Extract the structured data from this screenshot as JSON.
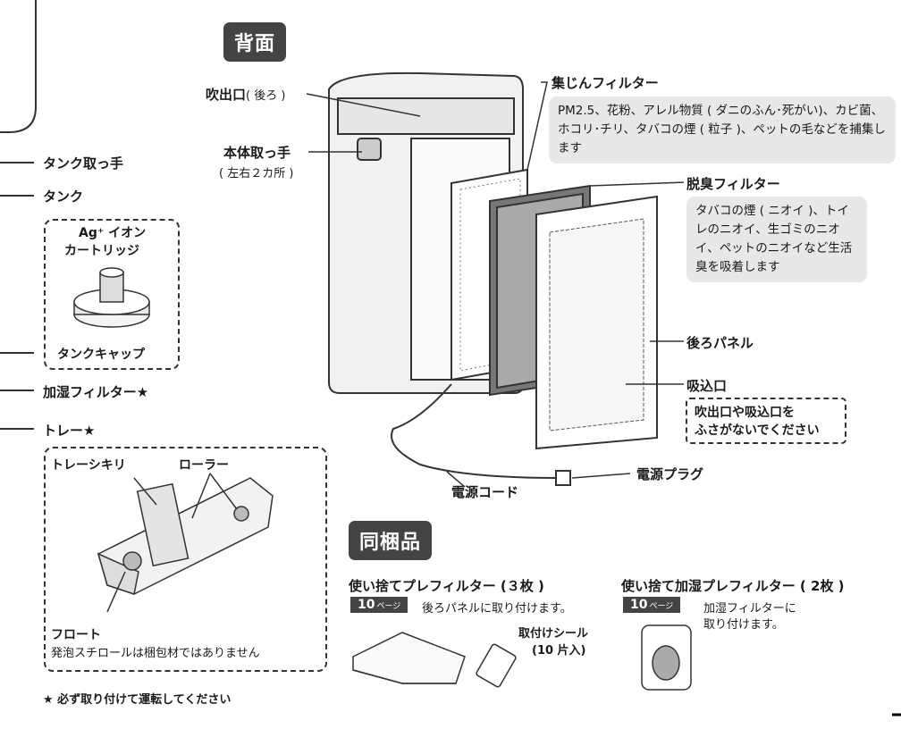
{
  "header_back": "背面",
  "header_accessories": "同梱品",
  "left_labels": {
    "tank_handle": "タンク取っ手",
    "tank": "タンク",
    "cartridge_line1": "Ag⁺ イオン",
    "cartridge_line2": "カートリッジ",
    "tank_cap": "タンクキャップ",
    "humid_filter": "加湿フィルター★",
    "tray": "トレー★",
    "tray_shikiri": "トレーシキリ",
    "roller": "ローラー",
    "float": "フロート",
    "float_note": "発泡スチロールは梱包材ではありません"
  },
  "right_labels": {
    "outlet": "吹出口",
    "outlet_sub": "( 後ろ )",
    "body_handle": "本体取っ手",
    "body_handle_sub": "( 左右２カ所 )",
    "dust_filter": "集じんフィルター",
    "dust_note": "PM2.5、花粉、アレル物質 ( ダニのふん･死がい)、カビ菌、ホコリ･チリ、タバコの煙 ( 粒子 )、ペットの毛などを捕集します",
    "deodor_filter": "脱臭フィルター",
    "deodor_note": "タバコの煙 ( ニオイ )、トイレのニオイ、生ゴミのニオイ、ペットのニオイなど生活臭を吸着します",
    "back_panel": "後ろパネル",
    "inlet": "吸込口",
    "warning_line1": "吹出口や吸込口を",
    "warning_line2": "ふさがないでください",
    "plug": "電源プラグ",
    "cord": "電源コード"
  },
  "accessories": {
    "prefilter_title": "使い捨てプレフィルター (３枚 )",
    "prefilter_page": "10",
    "page_unit": "ページ",
    "prefilter_desc": "後ろパネルに取り付けます。",
    "seal_line1": "取付けシール",
    "seal_line2": "(10 片入)",
    "humid_pre_title": "使い捨て加湿プレフィルター ( 2枚 )",
    "humid_pre_page": "10",
    "humid_pre_desc_line1": "加湿フィルターに",
    "humid_pre_desc_line2": "取り付けます。"
  },
  "footnote": "★ 必ず取り付けて運転してください"
}
